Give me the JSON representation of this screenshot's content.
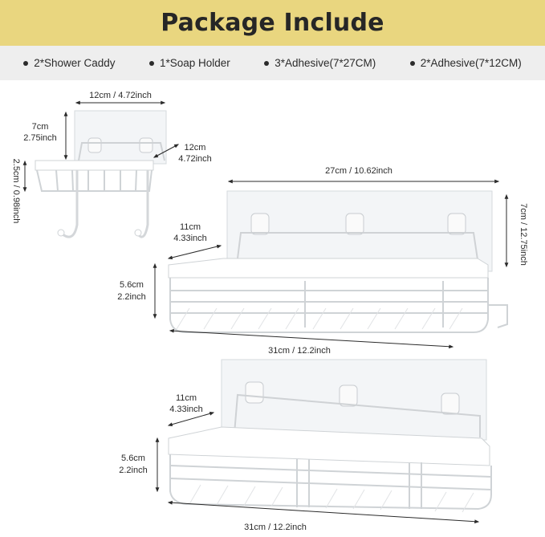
{
  "header": {
    "title": "Package Include"
  },
  "contents": [
    {
      "label": "2*Shower Caddy"
    },
    {
      "label": "1*Soap Holder"
    },
    {
      "label": "3*Adhesive(7*27CM)"
    },
    {
      "label": "2*Adhesive(7*12CM)"
    }
  ],
  "soap_holder": {
    "width_dim": "12cm / 4.72inch",
    "height_dim_cm": "7cm",
    "height_dim_in": "2.75inch",
    "depth_dim_cm": "12cm",
    "depth_dim_in": "4.72inch",
    "side_dim": "2.5cm / 0.98inch"
  },
  "caddy_top": {
    "width_dim": "27cm / 10.62inch",
    "height_dim": "7cm / 12.75inch",
    "depth_dim_cm": "11cm",
    "depth_dim_in": "4.33inch",
    "basket_height_cm": "5.6cm",
    "basket_height_in": "2.2inch",
    "length_dim": "31cm / 12.2inch"
  },
  "caddy_bottom": {
    "depth_dim_cm": "11cm",
    "depth_dim_in": "4.33inch",
    "basket_height_cm": "5.6cm",
    "basket_height_in": "2.2inch",
    "length_dim": "31cm / 12.2inch"
  }
}
